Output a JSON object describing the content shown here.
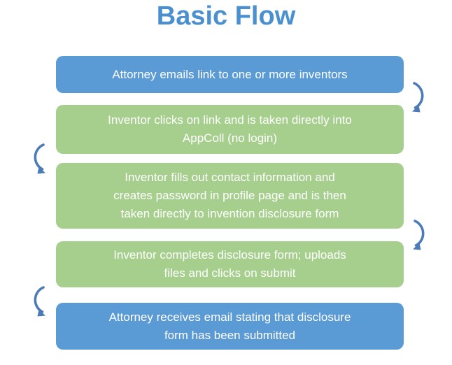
{
  "title": "Basic Flow",
  "colors": {
    "blue_box": "#5B9BD5",
    "green_box": "#A6CF8D",
    "title_text": "#4A90D0",
    "arrow": "#4C7CB8",
    "box_text": "#FFFFFF",
    "background": "#FFFFFF"
  },
  "steps": [
    {
      "color": "blue",
      "lines": [
        "Attorney emails link to one or more inventors"
      ]
    },
    {
      "color": "green",
      "lines": [
        "Inventor clicks on link and is taken directly into",
        "AppColl (no login)"
      ]
    },
    {
      "color": "green",
      "lines": [
        "Inventor fills out contact information and",
        "creates password in profile page and is then",
        "taken directly to invention disclosure form"
      ]
    },
    {
      "color": "green",
      "lines": [
        "Inventor completes disclosure form; uploads",
        "files and clicks on submit"
      ]
    },
    {
      "color": "blue",
      "lines": [
        "Attorney receives email stating that disclosure",
        "form has been submitted"
      ]
    }
  ],
  "arrows": [
    {
      "side": "right",
      "from_step": 1,
      "to_step": 2
    },
    {
      "side": "left",
      "from_step": 2,
      "to_step": 3
    },
    {
      "side": "right",
      "from_step": 3,
      "to_step": 4
    },
    {
      "side": "left",
      "from_step": 4,
      "to_step": 5
    }
  ]
}
